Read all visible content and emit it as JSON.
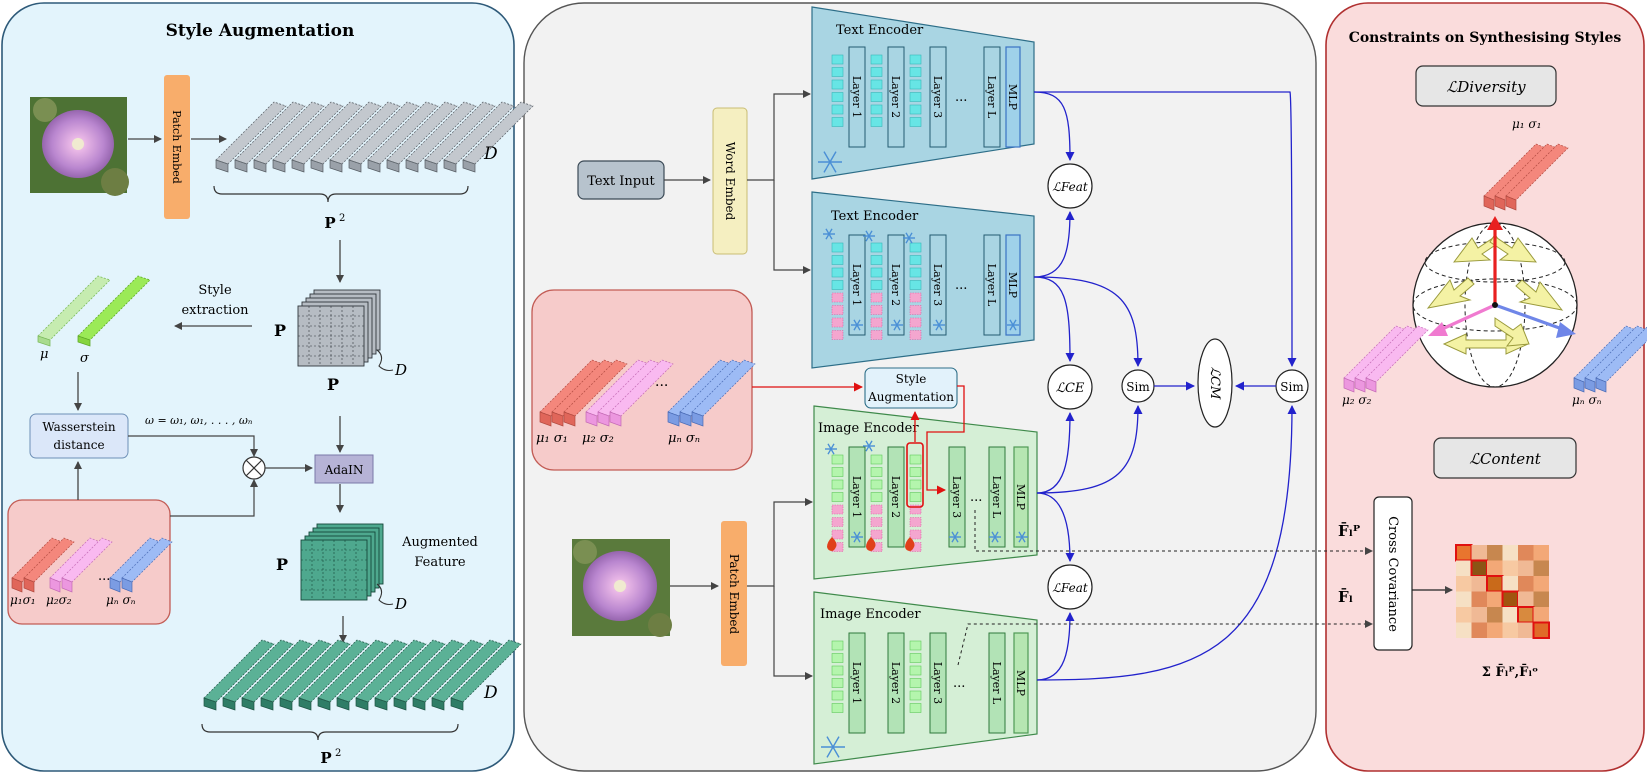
{
  "left_panel": {
    "title": "Style Augmentation",
    "patch_embed": "Patch Embed",
    "p2": "P",
    "p2_sup": "2",
    "d_label": "D",
    "style_extraction_1": "Style",
    "style_extraction_2": "extraction",
    "p_label": "P",
    "p_under": "P",
    "mu": "μ",
    "sigma": "σ",
    "wasserstein_1": "Wasserstein",
    "wasserstein_2": "distance",
    "omega": "ω = ω₁, ω₁, . . . , ωₙ",
    "adain": "AdaIN",
    "augmented_1": "Augmented",
    "augmented_2": "Feature",
    "ellipsis": "...",
    "styles": [
      "μ₁σ₁",
      "μ₂σ₂",
      "μₙ σₙ"
    ]
  },
  "middle_panel": {
    "text_input": "Text Input",
    "word_embed": "Word Embed",
    "patch_embed": "Patch Embed",
    "text_encoder": "Text Encoder",
    "image_encoder": "Image Encoder",
    "layers": [
      "Layer 1",
      "Layer 2",
      "Layer 3",
      "Layer L"
    ],
    "mlp": "MLP",
    "ellipsis": "...",
    "style_aug_1": "Style",
    "style_aug_2": "Augmentation",
    "l_feat": "ℒFeat",
    "l_ce": "ℒCE",
    "l_cm": "ℒCM",
    "sim": "Sim",
    "styles": [
      "μ₁ σ₁",
      "μ₂ σ₂",
      "μₙ σₙ"
    ]
  },
  "right_panel": {
    "title": "Constraints on Synthesising Styles",
    "l_diversity": "ℒDiversity",
    "l_content": "ℒContent",
    "cross_cov": "Cross Covariance",
    "f_p": "F̄ₗᴾ",
    "f": "F̄ₗ",
    "sigma_label": "Σ F̄ₗᴾ,F̄ₗᵒ",
    "styles": [
      "μ₁ σ₁",
      "μ₂ σ₂",
      "μₙ σₙ"
    ]
  },
  "colors": {
    "left_bg": "#e3f4fc",
    "middle_bg": "#f2f2f2",
    "right_bg": "#fadcdc",
    "text_encoder": "#a9d5e3",
    "image_encoder": "#d5efd6",
    "patch_embed": "#f8ad6b",
    "word_embed": "#f5efc1",
    "style_red": "#f4877c",
    "style_pink": "#f9b9f0",
    "style_blue": "#9dbbf5",
    "teal": "#3d9a80",
    "grey": "#a7aeb6"
  }
}
